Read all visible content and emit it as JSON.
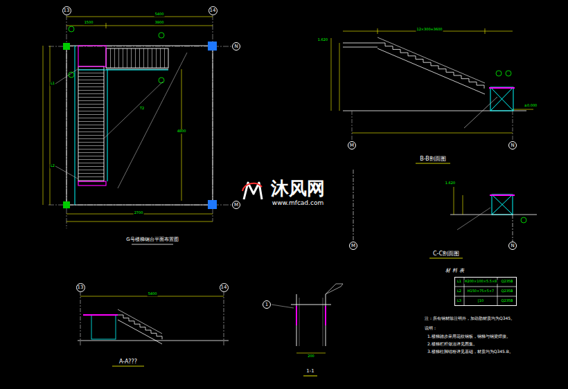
{
  "diagram": {
    "nodes": [
      {
        "text": [
          "13"
        ]
      },
      {
        "text": [
          "14"
        ]
      },
      {
        "text": [
          "N"
        ]
      },
      {
        "text": [
          "M"
        ]
      },
      {
        "text": [
          "M"
        ]
      },
      {
        "text": [
          "N"
        ]
      },
      {
        "text": [
          "M"
        ]
      },
      {
        "text": [
          "N"
        ]
      },
      {
        "text": [
          "13"
        ]
      },
      {
        "text": [
          "14"
        ]
      },
      {
        "text": [
          "1"
        ]
      },
      {
        "text": [
          "材料表"
        ]
      }
    ],
    "labels": [
      "G号楼梯钢台平面布置图",
      "B-B剖面图",
      "C-C剖面图",
      "A-A???",
      "1-1",
      "注：所有钢材除注明外，加劲肋材质均为Q345。",
      "说明：",
      "1.楼梯踏步采用花纹钢板，钢梯与钢梁焊接。",
      "2.楼梯栏杆做法详见图集。",
      "3.楼梯柱脚锚栓详见基础，材质均为Q345.B。",
      "L1",
      "H200×100×5.5×8",
      "Q235B",
      "L2",
      "H150×75×5×7",
      "Q235B",
      "L3",
      "[10",
      "Q235B",
      "5400",
      "1500",
      "3900",
      "4800",
      "2700",
      "L1",
      "L2",
      "T2",
      "12×300=3600",
      "±0.000",
      "1.620",
      "1.620",
      "5400",
      "200",
      "沐风网",
      "www.mfcad.com"
    ]
  }
}
